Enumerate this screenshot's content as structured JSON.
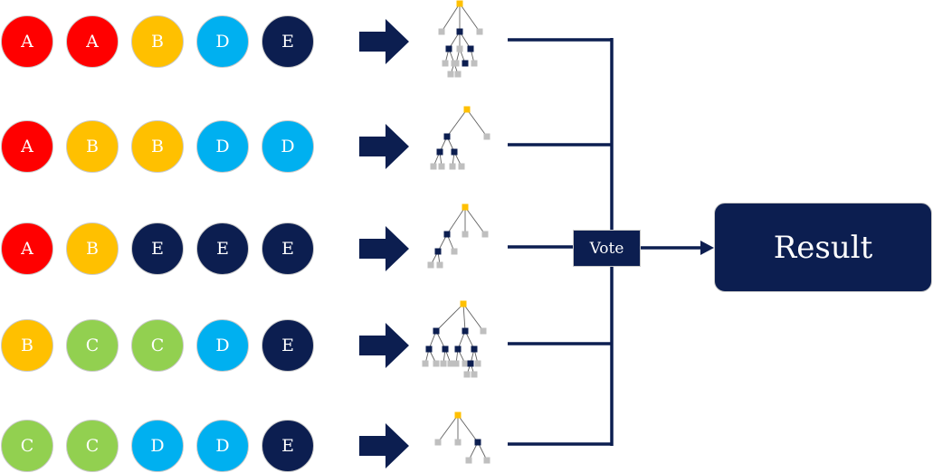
{
  "colors": {
    "A": "#ff0000",
    "B": "#ffc000",
    "C": "#92d050",
    "D": "#00b0f0",
    "E": "#0c1e50",
    "line": "#0c1e50",
    "node_root": "#ffc000",
    "node_inner": "#0c1e50",
    "node_leaf": "#bfbfbf"
  },
  "rows": [
    {
      "samples": [
        "A",
        "A",
        "B",
        "D",
        "E"
      ]
    },
    {
      "samples": [
        "A",
        "B",
        "B",
        "D",
        "D"
      ]
    },
    {
      "samples": [
        "A",
        "B",
        "E",
        "E",
        "E"
      ]
    },
    {
      "samples": [
        "B",
        "C",
        "C",
        "D",
        "E"
      ]
    },
    {
      "samples": [
        "C",
        "C",
        "D",
        "D",
        "E"
      ]
    }
  ],
  "vote": {
    "label": "Vote"
  },
  "result": {
    "label": "Result"
  },
  "icons": {
    "arrow": "right-arrow-icon",
    "tree": "decision-tree-icon"
  }
}
